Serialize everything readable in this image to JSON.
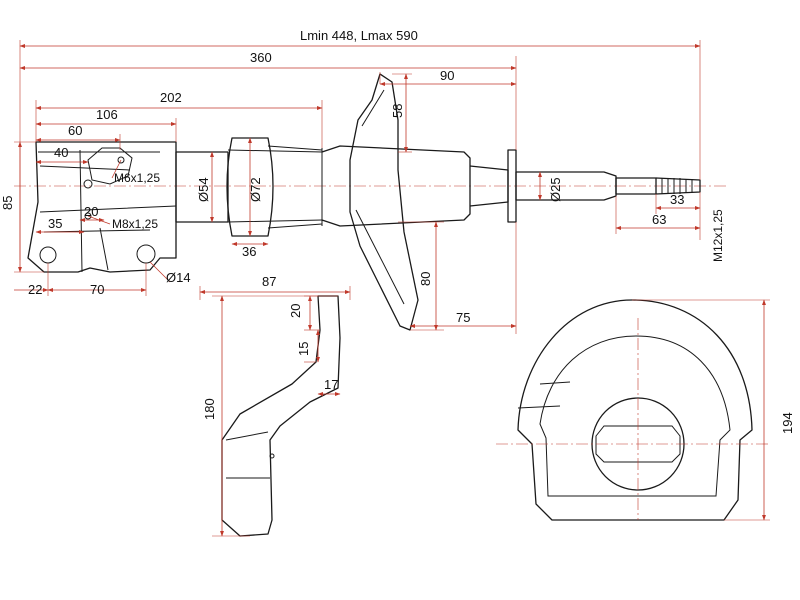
{
  "labels": {
    "overall_length": "Lmin 448, Lmax 590",
    "l360": "360",
    "l202": "202",
    "l106": "106",
    "l60": "60",
    "l40": "40",
    "h85": "85",
    "l35": "35",
    "l20a": "20",
    "m6": "M6x1,25",
    "m8": "M8x1,25",
    "d54": "Ø54",
    "d72": "Ø72",
    "l36": "36",
    "d14": "Ø14",
    "l22": "22",
    "l70": "70",
    "l90": "90",
    "h58": "58",
    "d25": "Ø25",
    "l33": "33",
    "l63": "63",
    "m12": "M12x1,25",
    "h80": "80",
    "l75": "75",
    "l87": "87",
    "h20b": "20",
    "h15": "15",
    "l17": "17",
    "h180": "180",
    "h194": "194"
  },
  "colors": {
    "outline": "#1a1a1a",
    "dimension": "#c0392b",
    "background": "#ffffff"
  }
}
